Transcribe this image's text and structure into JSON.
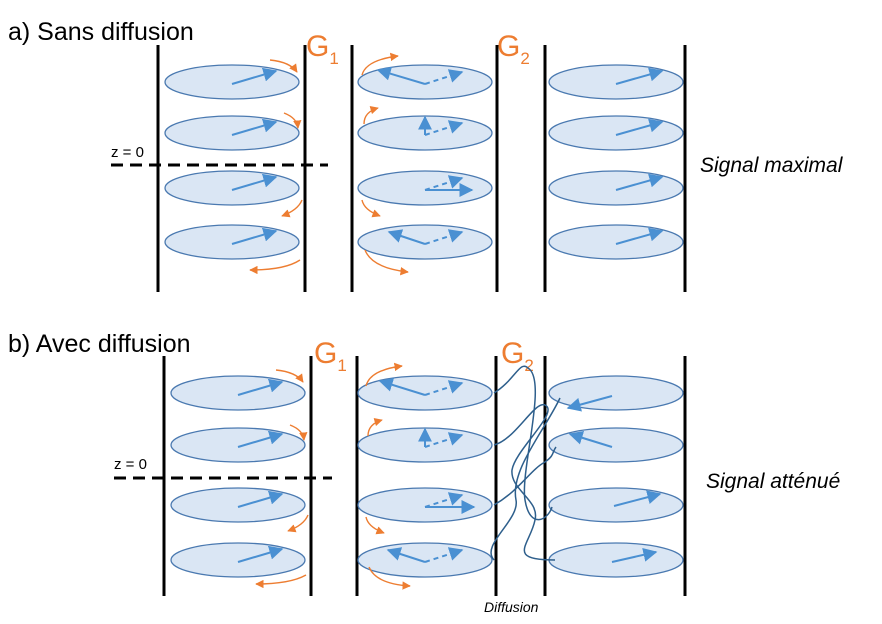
{
  "colors": {
    "disk_fill": "#dae6f4",
    "disk_stroke": "#4a79b0",
    "arrow": "#4a90d2",
    "rotation_arrow": "#ed7d31",
    "gradient_label": "#ed7d31",
    "wall": "#000000",
    "diffusion_path": "#2e5f8c"
  },
  "panel_a": {
    "title": "a) Sans diffusion",
    "gradient_1": {
      "letter": "G",
      "subscript": "1"
    },
    "gradient_2": {
      "letter": "G",
      "subscript": "2"
    },
    "z_label": "z = 0",
    "signal": "Signal maximal"
  },
  "panel_b": {
    "title": "b) Avec diffusion",
    "gradient_1": {
      "letter": "G",
      "subscript": "1"
    },
    "gradient_2": {
      "letter": "G",
      "subscript": "2"
    },
    "z_label": "z = 0",
    "signal": "Signal atténué",
    "diffusion_label": "Diffusion"
  }
}
